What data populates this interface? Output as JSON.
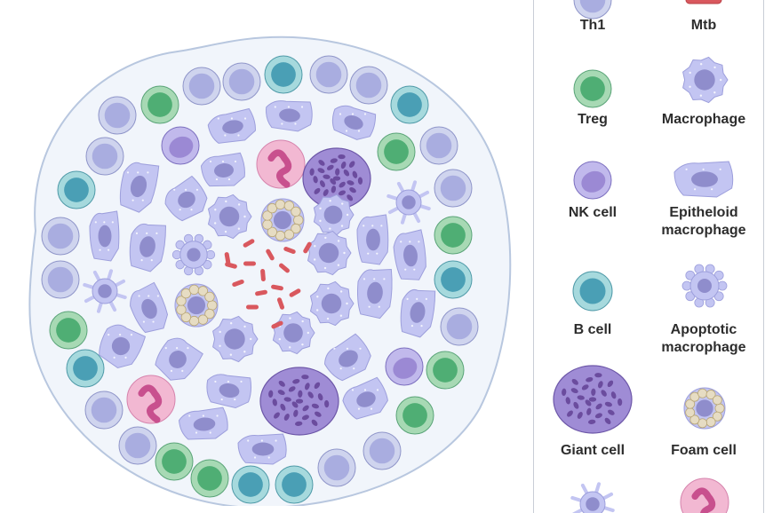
{
  "legend": {
    "items": [
      {
        "key": "th1",
        "label": "Th1"
      },
      {
        "key": "mtb",
        "label": "Mtb"
      },
      {
        "key": "treg",
        "label": "Treg"
      },
      {
        "key": "macrophage",
        "label": "Macrophage"
      },
      {
        "key": "nk",
        "label": "NK cell"
      },
      {
        "key": "epitheloid",
        "label": "Epitheloid macrophage"
      },
      {
        "key": "bcell",
        "label": "B cell"
      },
      {
        "key": "apoptotic",
        "label": "Apoptotic macrophage"
      },
      {
        "key": "giant",
        "label": "Giant cell"
      },
      {
        "key": "foam",
        "label": "Foam cell"
      }
    ]
  },
  "colors": {
    "background": "#f1f5fb",
    "boundary": "#b8c7df",
    "t_cell_fill": "#cfd4ee",
    "t_cell_nucleus": "#a9ade0",
    "treg_fill": "#a7d9b4",
    "treg_nucleus": "#4fae74",
    "bcell_fill": "#a6d9dd",
    "bcell_nucleus": "#4a9fb5",
    "macrophage_fill": "#c3c5f2",
    "macrophage_nucleus": "#8f8dcc",
    "nk_fill": "#c1b9ec",
    "nk_nucleus": "#9b89d4",
    "giant_fill": "#9f8cd5",
    "giant_nuclei": "#6b4c9e",
    "foam_droplet": "#e6dcc3",
    "mtb": "#d9585e",
    "neutrophil_fill": "#f2b8d2",
    "neutrophil_nucleus": "#c8508e"
  }
}
